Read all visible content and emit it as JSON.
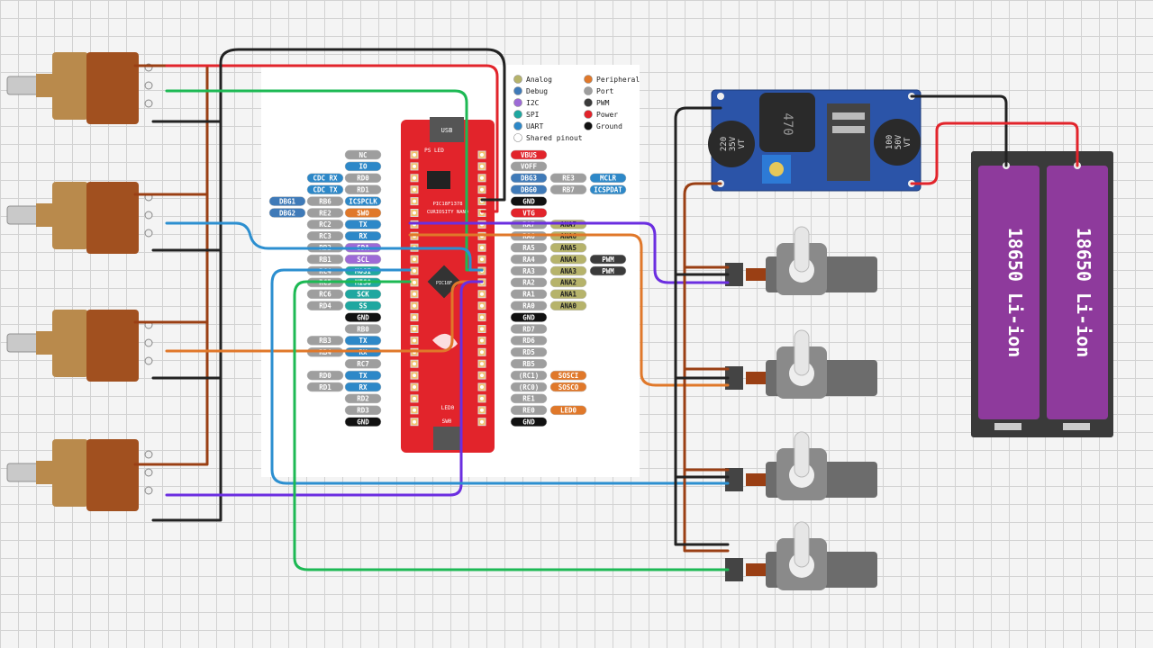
{
  "colors": {
    "pot_body": "#a1501f",
    "pot_metal": "#b98a4c",
    "board_red": "#e2242b",
    "wire_red": "#e2242b",
    "wire_black": "#222222",
    "wire_green": "#1db954",
    "wire_blue": "#2c8fd0",
    "wire_orange": "#e0782a",
    "wire_purple": "#6b2ee0",
    "wire_brown": "#9a3f14",
    "battery": "#8e3a9c",
    "buck_board": "#2b54a8"
  },
  "legend": [
    {
      "label": "Analog",
      "color": "#b6b36b"
    },
    {
      "label": "Peripheral",
      "color": "#e0782a"
    },
    {
      "label": "Debug",
      "color": "#3f7ab8"
    },
    {
      "label": "Port",
      "color": "#9e9e9e"
    },
    {
      "label": "I2C",
      "color": "#9d6ad6"
    },
    {
      "label": "PWM",
      "color": "#3b3b3b"
    },
    {
      "label": "SPI",
      "color": "#1fa7a0"
    },
    {
      "label": "Power",
      "color": "#e2242b"
    },
    {
      "label": "UART",
      "color": "#2d88c8"
    },
    {
      "label": "Ground",
      "color": "#111111"
    },
    {
      "label": "Shared pinout",
      "color": "#ffffff"
    }
  ],
  "board": {
    "usb_label": "USB",
    "title_line1": "PIC18F1378",
    "title_line2": "CURIOSITY NANO",
    "chip_label": "PIC18F",
    "led_label": "LED0",
    "sw_label": "SW0",
    "ps_led_label": "PS LED"
  },
  "left_pins": [
    {
      "labels": [
        {
          "t": "NC",
          "c": "#9e9e9e"
        }
      ]
    },
    {
      "labels": [
        {
          "t": "IO",
          "c": "#2d88c8"
        }
      ]
    },
    {
      "labels": [
        {
          "t": "RD0",
          "c": "#9e9e9e"
        },
        {
          "t": "CDC RX",
          "c": "#2d88c8"
        }
      ]
    },
    {
      "labels": [
        {
          "t": "RD1",
          "c": "#9e9e9e"
        },
        {
          "t": "CDC TX",
          "c": "#2d88c8"
        }
      ]
    },
    {
      "labels": [
        {
          "t": "ICSPCLK",
          "c": "#2d88c8"
        },
        {
          "t": "RB6",
          "c": "#9e9e9e"
        },
        {
          "t": "DBG1",
          "c": "#3f7ab8"
        }
      ]
    },
    {
      "labels": [
        {
          "t": "SWO",
          "c": "#e0782a"
        },
        {
          "t": "RE2",
          "c": "#9e9e9e"
        },
        {
          "t": "DBG2",
          "c": "#3f7ab8"
        }
      ]
    },
    {
      "labels": [
        {
          "t": "TX",
          "c": "#2d88c8"
        },
        {
          "t": "RC2",
          "c": "#9e9e9e"
        }
      ]
    },
    {
      "labels": [
        {
          "t": "RX",
          "c": "#2d88c8"
        },
        {
          "t": "RC3",
          "c": "#9e9e9e"
        }
      ]
    },
    {
      "labels": [
        {
          "t": "SDA",
          "c": "#9d6ad6"
        },
        {
          "t": "RB2",
          "c": "#9e9e9e"
        }
      ]
    },
    {
      "labels": [
        {
          "t": "SCL",
          "c": "#9d6ad6"
        },
        {
          "t": "RB1",
          "c": "#9e9e9e"
        }
      ]
    },
    {
      "labels": [
        {
          "t": "MOSI",
          "c": "#1fa7a0"
        },
        {
          "t": "RC4",
          "c": "#9e9e9e"
        }
      ]
    },
    {
      "labels": [
        {
          "t": "MISO",
          "c": "#1fa7a0"
        },
        {
          "t": "RC5",
          "c": "#9e9e9e"
        }
      ]
    },
    {
      "labels": [
        {
          "t": "SCK",
          "c": "#1fa7a0"
        },
        {
          "t": "RC6",
          "c": "#9e9e9e"
        }
      ]
    },
    {
      "labels": [
        {
          "t": "SS",
          "c": "#1fa7a0"
        },
        {
          "t": "RD4",
          "c": "#9e9e9e"
        }
      ]
    },
    {
      "labels": [
        {
          "t": "GND",
          "c": "#111111"
        }
      ]
    },
    {
      "labels": [
        {
          "t": "RB0",
          "c": "#9e9e9e"
        }
      ]
    },
    {
      "labels": [
        {
          "t": "TX",
          "c": "#2d88c8"
        },
        {
          "t": "RB3",
          "c": "#9e9e9e"
        }
      ]
    },
    {
      "labels": [
        {
          "t": "RX",
          "c": "#2d88c8"
        },
        {
          "t": "RB4",
          "c": "#9e9e9e"
        }
      ]
    },
    {
      "labels": [
        {
          "t": "RC7",
          "c": "#9e9e9e"
        }
      ]
    },
    {
      "labels": [
        {
          "t": "TX",
          "c": "#2d88c8"
        },
        {
          "t": "RD0",
          "c": "#9e9e9e"
        }
      ]
    },
    {
      "labels": [
        {
          "t": "RX",
          "c": "#2d88c8"
        },
        {
          "t": "RD1",
          "c": "#9e9e9e"
        }
      ]
    },
    {
      "labels": [
        {
          "t": "RD2",
          "c": "#9e9e9e"
        }
      ]
    },
    {
      "labels": [
        {
          "t": "RD3",
          "c": "#9e9e9e"
        }
      ]
    },
    {
      "labels": [
        {
          "t": "GND",
          "c": "#111111"
        }
      ]
    }
  ],
  "right_pins": [
    {
      "labels": [
        {
          "t": "VBUS",
          "c": "#e2242b"
        }
      ]
    },
    {
      "labels": [
        {
          "t": "VOFF",
          "c": "#9e9e9e"
        }
      ]
    },
    {
      "labels": [
        {
          "t": "DBG3",
          "c": "#3f7ab8"
        },
        {
          "t": "RE3",
          "c": "#9e9e9e"
        },
        {
          "t": "MCLR",
          "c": "#2d88c8"
        }
      ]
    },
    {
      "labels": [
        {
          "t": "DBG0",
          "c": "#3f7ab8"
        },
        {
          "t": "RB7",
          "c": "#9e9e9e"
        },
        {
          "t": "ICSPDAT",
          "c": "#2d88c8"
        }
      ]
    },
    {
      "labels": [
        {
          "t": "GND",
          "c": "#111111"
        }
      ]
    },
    {
      "labels": [
        {
          "t": "VTG",
          "c": "#e2242b"
        }
      ]
    },
    {
      "labels": [
        {
          "t": "RA7",
          "c": "#9e9e9e"
        },
        {
          "t": "ANA7",
          "c": "#b6b36b"
        }
      ]
    },
    {
      "labels": [
        {
          "t": "RA6",
          "c": "#9e9e9e"
        },
        {
          "t": "ANA6",
          "c": "#b6b36b"
        }
      ]
    },
    {
      "labels": [
        {
          "t": "RA5",
          "c": "#9e9e9e"
        },
        {
          "t": "ANA5",
          "c": "#b6b36b"
        }
      ]
    },
    {
      "labels": [
        {
          "t": "RA4",
          "c": "#9e9e9e"
        },
        {
          "t": "ANA4",
          "c": "#b6b36b"
        },
        {
          "t": "PWM",
          "c": "#3b3b3b"
        }
      ]
    },
    {
      "labels": [
        {
          "t": "RA3",
          "c": "#9e9e9e"
        },
        {
          "t": "ANA3",
          "c": "#b6b36b"
        },
        {
          "t": "PWM",
          "c": "#3b3b3b"
        }
      ]
    },
    {
      "labels": [
        {
          "t": "RA2",
          "c": "#9e9e9e"
        },
        {
          "t": "ANA2",
          "c": "#b6b36b"
        }
      ]
    },
    {
      "labels": [
        {
          "t": "RA1",
          "c": "#9e9e9e"
        },
        {
          "t": "ANA1",
          "c": "#b6b36b"
        }
      ]
    },
    {
      "labels": [
        {
          "t": "RA0",
          "c": "#9e9e9e"
        },
        {
          "t": "ANA0",
          "c": "#b6b36b"
        }
      ]
    },
    {
      "labels": [
        {
          "t": "GND",
          "c": "#111111"
        }
      ]
    },
    {
      "labels": [
        {
          "t": "RD7",
          "c": "#9e9e9e"
        }
      ]
    },
    {
      "labels": [
        {
          "t": "RD6",
          "c": "#9e9e9e"
        }
      ]
    },
    {
      "labels": [
        {
          "t": "RD5",
          "c": "#9e9e9e"
        }
      ]
    },
    {
      "labels": [
        {
          "t": "RB5",
          "c": "#9e9e9e"
        }
      ]
    },
    {
      "labels": [
        {
          "t": "(RC1)",
          "c": "#9e9e9e"
        },
        {
          "t": "SOSCI",
          "c": "#e0782a"
        }
      ]
    },
    {
      "labels": [
        {
          "t": "(RC0)",
          "c": "#9e9e9e"
        },
        {
          "t": "SOSCO",
          "c": "#e0782a"
        }
      ]
    },
    {
      "labels": [
        {
          "t": "RE1",
          "c": "#9e9e9e"
        }
      ]
    },
    {
      "labels": [
        {
          "t": "RE0",
          "c": "#9e9e9e"
        },
        {
          "t": "LED0",
          "c": "#e0782a"
        }
      ]
    },
    {
      "labels": [
        {
          "t": "GND",
          "c": "#111111"
        }
      ]
    }
  ],
  "buck": {
    "inductor_label": "470",
    "cap_left_lines": [
      "220",
      "35V",
      "VT"
    ],
    "cap_right_lines": [
      "100",
      "50V",
      "VT"
    ]
  },
  "battery": {
    "cell_label": "18650 Li-ion"
  }
}
